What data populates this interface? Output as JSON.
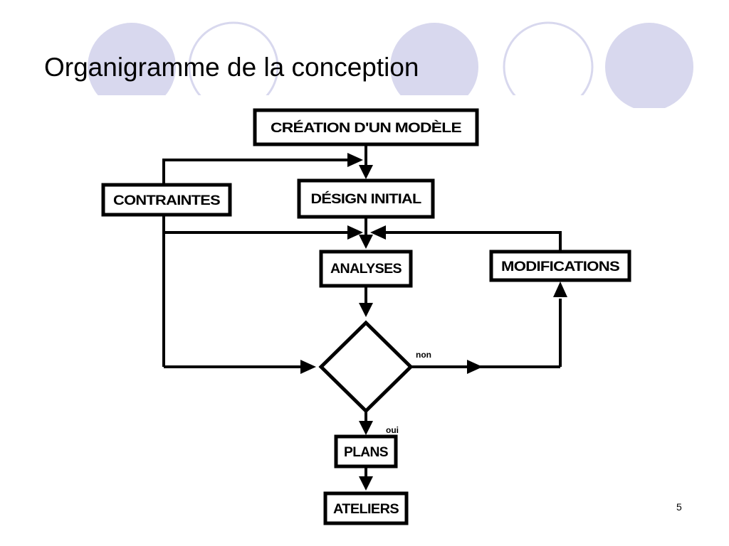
{
  "slide": {
    "title": "Organigramme de la conception",
    "page_number": "5"
  },
  "theme": {
    "circle_fill": "#d8d8ee",
    "circle_stroke": "#d8d8ee",
    "line_color": "#000000"
  },
  "flowchart": {
    "nodes": {
      "creation": "CRÉATION D'UN MODÈLE",
      "contraintes": "CONTRAINTES",
      "design": "DÉSIGN INITIAL",
      "analyses": "ANALYSES",
      "modifications": "MODIFICATIONS",
      "plans": "PLANS",
      "ateliers": "ATELIERS"
    },
    "edges": {
      "no_label": "non",
      "yes_label": "oui"
    }
  }
}
